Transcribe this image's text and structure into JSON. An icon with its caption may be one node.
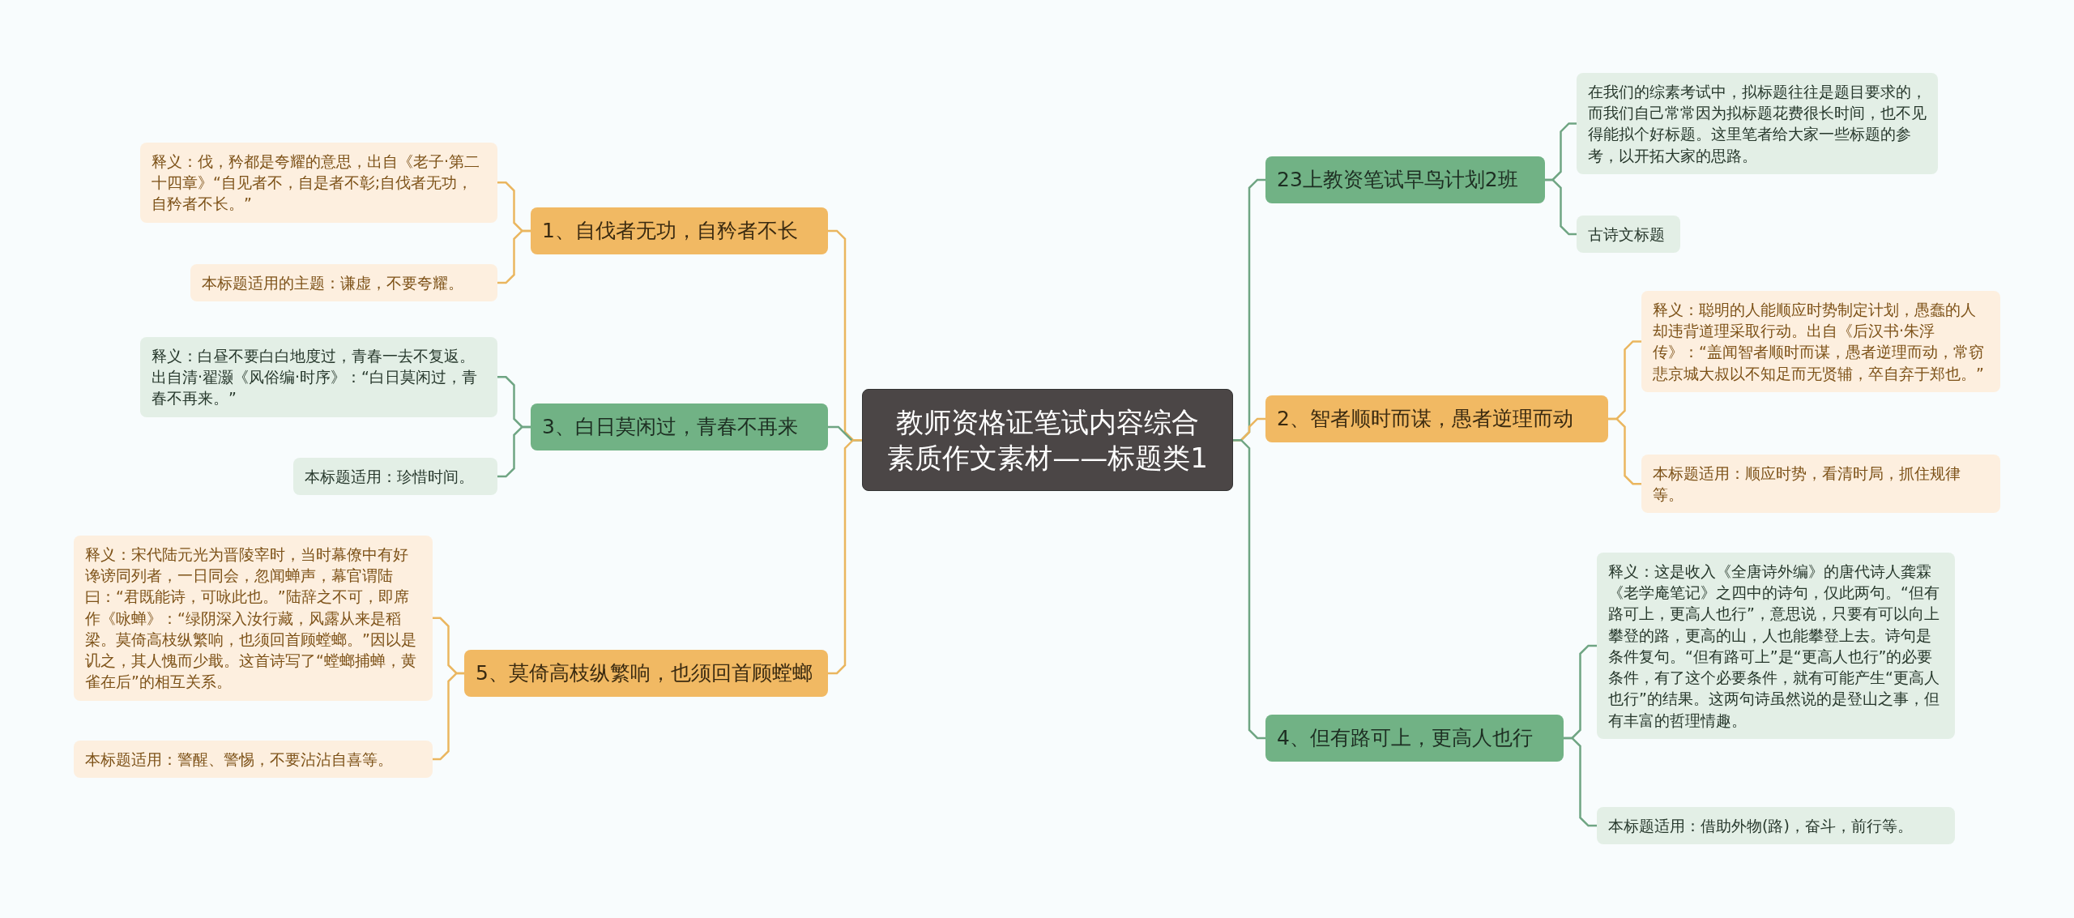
{
  "diagram": {
    "nodes": [
      {
        "text": [
          "教师资格证笔试内容综合素质作文素材——标题类1"
        ]
      },
      {
        "text": [
          "1、自伐者无功，自矜者不长"
        ]
      },
      {
        "text": [
          "释义：伐，矜都是夸耀的意思，出自《老子·第二十四章》“自见者不，自是者不彰;自伐者无功，自矜者不长。”"
        ]
      },
      {
        "text": [
          "本标题适用的主题：谦虚，不要夸耀。"
        ]
      },
      {
        "text": [
          "3、白日莫闲过，青春不再来"
        ]
      },
      {
        "text": [
          "释义：白昼不要白白地度过，青春一去不复返。出自清·翟灏《风俗编·时序》：“白日莫闲过，青春不再来。”"
        ]
      },
      {
        "text": [
          "本标题适用：珍惜时间。"
        ]
      },
      {
        "text": [
          "5、莫倚高枝纵繁响，也须回首顾螳螂"
        ]
      },
      {
        "text": [
          "释义：宋代陆元光为晋陵宰时，当时幕僚中有好谗谤同列者，一日同会，忽闻蝉声，幕官谓陆曰：“君既能诗，可咏此也。”陆辞之不可，即席作《咏蝉》：“绿阴深入汝行藏，风露从来是稻梁。莫倚高枝纵繁响，也须回首顾螳螂。”因以是讥之，其人愧而少戢。这首诗写了“螳螂捕蝉，黄雀在后”的相互关系。"
        ]
      },
      {
        "text": [
          "本标题适用：警醒、警惕，不要沾沾自喜等。"
        ]
      },
      {
        "text": [
          "23上教资笔试早鸟计划2班"
        ]
      },
      {
        "text": [
          "在我们的综素考试中，拟标题往往是题目要求的，而我们自己常常因为拟标题花费很长时间，也不见得能拟个好标题。这里笔者给大家一些标题的参考，以开拓大家的思路。"
        ]
      },
      {
        "text": [
          "古诗文标题"
        ]
      },
      {
        "text": [
          "2、智者顺时而谋，愚者逆理而动"
        ]
      },
      {
        "text": [
          "释义：聪明的人能顺应时势制定计划，愚蠢的人却违背道理采取行动。出自《后汉书·朱浮传》：“盖闻智者顺时而谋，愚者逆理而动，常窃悲京城大叔以不知足而无贤辅，卒自弃于郑也。”"
        ]
      },
      {
        "text": [
          "本标题适用：顺应时势，看清时局，抓住规律等。"
        ]
      },
      {
        "text": [
          "4、但有路可上，更高人也行"
        ]
      },
      {
        "text": [
          "释义：这是收入《全唐诗外编》的唐代诗人龚霖《老学庵笔记》之四中的诗句，仅此两句。“但有路可上，更高人也行”，意思说，只要有可以向上攀登的路，更高的山，人也能攀登上去。诗句是条件复句。“但有路可上”是“更高人也行”的必要条件，有了这个必要条件，就有可能产生“更高人也行”的结果。这两句诗虽然说的是登山之事，但有丰富的哲理情趣。"
        ]
      },
      {
        "text": [
          "本标题适用：借助外物(路)，奋斗，前行等。"
        ]
      }
    ],
    "edges": [
      {
        "from": 0,
        "to": 1,
        "arrow": "none"
      },
      {
        "from": 0,
        "to": 4,
        "arrow": "none",
        "color": "#6fa583"
      },
      {
        "from": 0,
        "to": 7,
        "arrow": "none"
      },
      {
        "from": 1,
        "to": 2,
        "arrow": "none"
      },
      {
        "from": 1,
        "to": 3,
        "arrow": "none"
      },
      {
        "from": 4,
        "to": 5,
        "arrow": "none",
        "color": "#6fa583"
      },
      {
        "from": 4,
        "to": 6,
        "arrow": "none",
        "color": "#6fa583"
      },
      {
        "from": 7,
        "to": 8,
        "arrow": "none"
      },
      {
        "from": 7,
        "to": 9,
        "arrow": "none"
      },
      {
        "from": 0,
        "to": 10,
        "arrow": "none",
        "color": "#6fa583"
      },
      {
        "from": 0,
        "to": 13,
        "arrow": "none"
      },
      {
        "from": 0,
        "to": 16,
        "arrow": "none",
        "color": "#6fa583"
      },
      {
        "from": 10,
        "to": 11,
        "arrow": "none",
        "color": "#6fa583"
      },
      {
        "from": 10,
        "to": 12,
        "arrow": "none",
        "color": "#6fa583"
      },
      {
        "from": 13,
        "to": 14,
        "arrow": "none"
      },
      {
        "from": 13,
        "to": 15,
        "arrow": "none"
      },
      {
        "from": 16,
        "to": 17,
        "arrow": "none",
        "color": "#6fa583"
      },
      {
        "from": 16,
        "to": 18,
        "arrow": "none",
        "color": "#6fa583"
      }
    ]
  }
}
